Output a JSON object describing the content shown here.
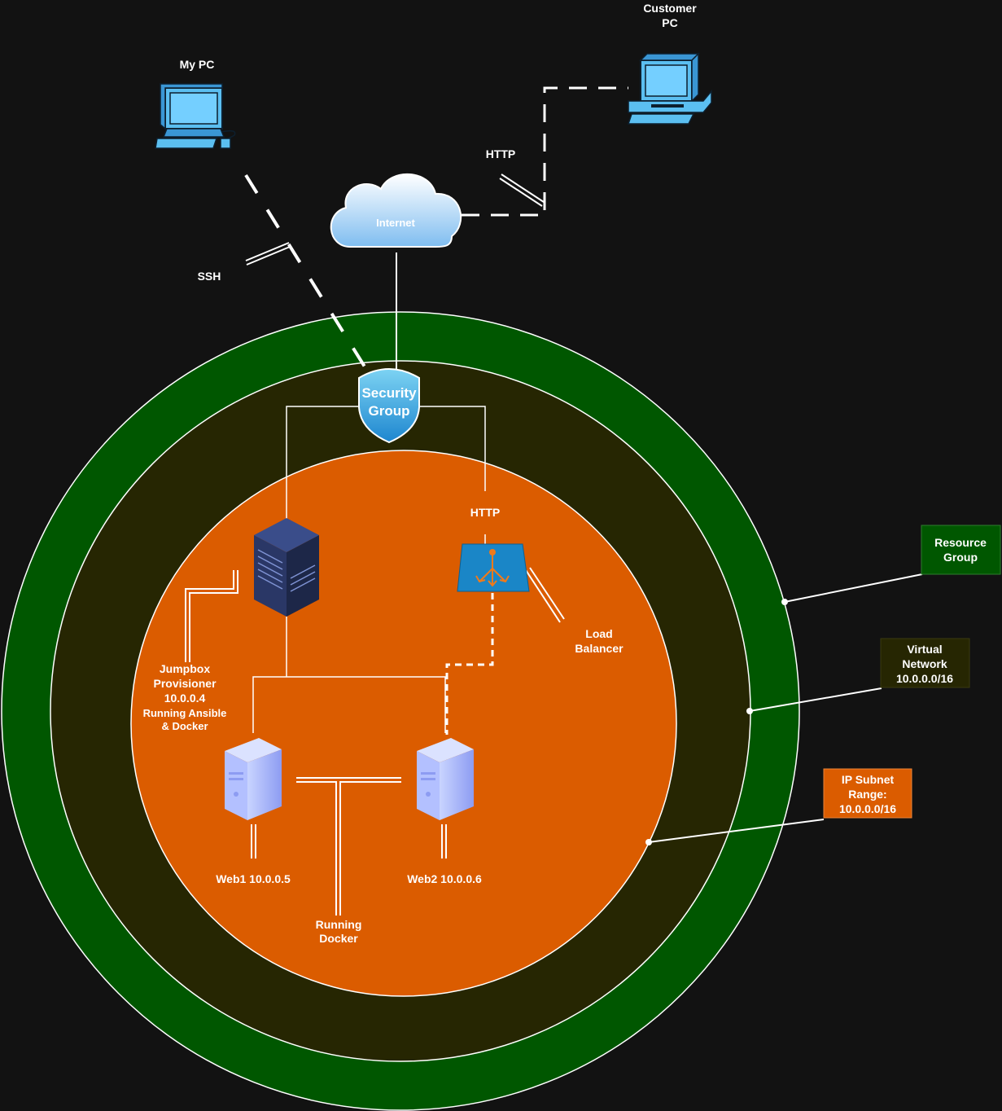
{
  "labels": {
    "my_pc": "My PC",
    "customer_pc_line1": "Customer",
    "customer_pc_line2": "PC",
    "internet": "Internet",
    "ssh": "SSH",
    "http_top": "HTTP",
    "http_inner": "HTTP",
    "security_group_line1": "Security",
    "security_group_line2": "Group",
    "load_balancer_line1": "Load",
    "load_balancer_line2": "Balancer",
    "jumpbox_line1": "Jumpbox",
    "jumpbox_line2": "Provisioner",
    "jumpbox_line3": "10.0.0.4",
    "jumpbox_line4": "Running Ansible",
    "jumpbox_line5": "& Docker",
    "web1": "Web1 10.0.0.5",
    "web2": "Web2 10.0.0.6",
    "running_docker_line1": "Running",
    "running_docker_line2": "Docker"
  },
  "legend": {
    "resource_group_line1": "Resource",
    "resource_group_line2": "Group",
    "virtual_network_line1": "Virtual",
    "virtual_network_line2": "Network",
    "virtual_network_line3": "10.0.0.0/16",
    "ip_subnet_line1": "IP Subnet",
    "ip_subnet_line2": "Range:",
    "ip_subnet_line3": "10.0.0.0/16"
  },
  "colors": {
    "background": "#121212",
    "resource_group": "#005700",
    "virtual_network": "#262602",
    "subnet": "#DB5C00",
    "lines": "#ffffff"
  },
  "icons": [
    "desktop-pc-icon",
    "desktop-pc-icon",
    "cloud-icon",
    "shield-icon",
    "rack-server-icon",
    "load-balancer-icon",
    "tower-server-icon",
    "tower-server-icon"
  ]
}
